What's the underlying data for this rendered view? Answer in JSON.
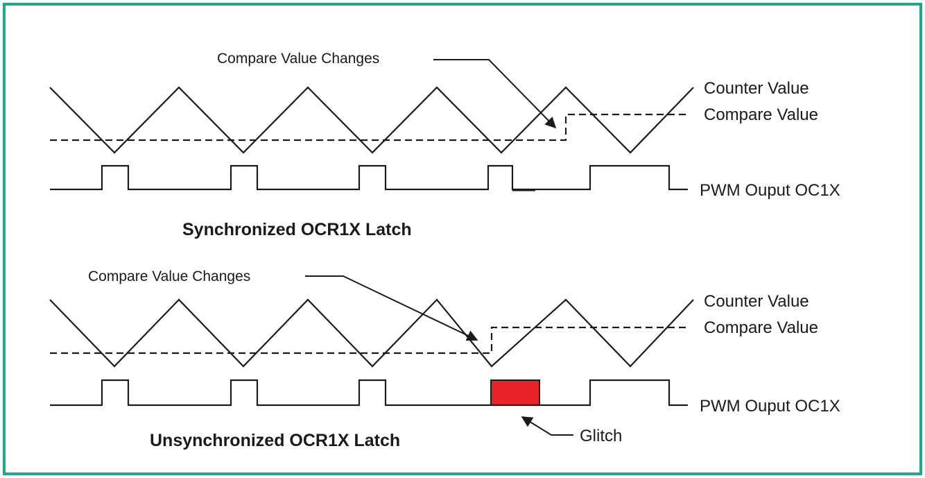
{
  "colors": {
    "border": "#1aaa8e",
    "glitch": "#e8232a",
    "ink": "#1a1a1a"
  },
  "panels": {
    "synchronized": {
      "annotation": "Compare Value Changes",
      "counter_label": "Counter Value",
      "compare_label": "Compare Value",
      "pwm_label": "PWM Ouput OC1X",
      "title": "Synchronized OCR1X Latch"
    },
    "unsynchronized": {
      "annotation": "Compare Value Changes",
      "counter_label": "Counter Value",
      "compare_label": "Compare Value",
      "pwm_label": "PWM Ouput OC1X",
      "title": "Unsynchronized OCR1X Latch",
      "glitch_label": "Glitch"
    }
  }
}
